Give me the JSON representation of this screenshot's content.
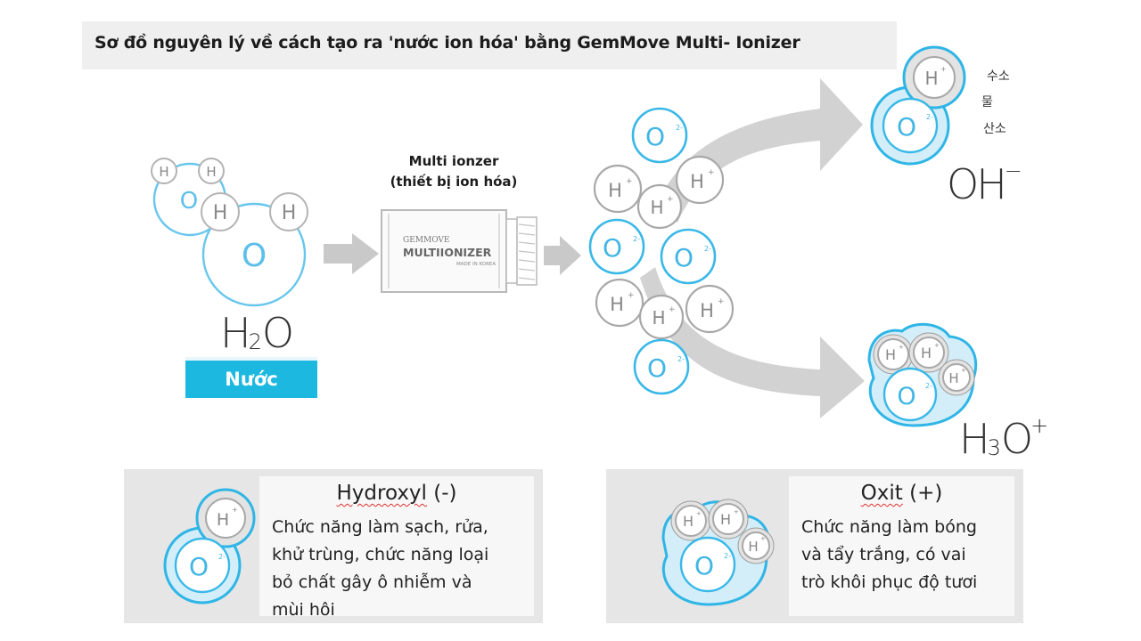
{
  "title": "Sơ đồ nguyên lý về cách tạo ra 'nước ion hóa' bằng GemMove Multi- Ionizer",
  "water": {
    "formula_main": "H",
    "formula_sub": "2",
    "formula_end": "O",
    "badge": "Nước"
  },
  "ionizer": {
    "caption_line1": "Multi ionzer",
    "caption_line2": "(thiết bị ion hóa)",
    "brand": "GEMMOVE",
    "model": "MULTIIONIZER",
    "made_in": "MADE IN KOREA"
  },
  "atoms": {
    "h": "H",
    "o": "O",
    "h_ion": "H",
    "h_ion_charge": "+",
    "o_ion": "O",
    "o_ion_charge": "2-"
  },
  "hydroxide": {
    "formula_main": "OH",
    "formula_sup": "−",
    "korean_lines": [
      "수소",
      "물",
      "산소"
    ]
  },
  "hydronium": {
    "formula_main": "H",
    "formula_sub": "3",
    "formula_end": "O",
    "formula_sup": "+"
  },
  "legend": {
    "hydroxyl": {
      "title_word": "Hydroxyl",
      "title_suffix": " (-)",
      "lines": [
        "Chức năng làm sạch, rửa,",
        "khử trùng, chức năng loại",
        "bỏ chất gây ô nhiễm và",
        "mùi hôi"
      ]
    },
    "oxit": {
      "title_word": "Oxit",
      "title_suffix": " (+)",
      "lines": [
        "Chức năng làm bóng",
        "và tẩy trắng, có vai",
        "trò khôi phục độ tươi"
      ]
    }
  },
  "colors": {
    "cyan": "#2fb5e6",
    "cyan_light": "#d3eef9",
    "badge": "#1db8e0",
    "atom_gray": "#9a9a9a",
    "arrow_gray": "#cfcfcf",
    "panel": "#e6e6e6"
  }
}
